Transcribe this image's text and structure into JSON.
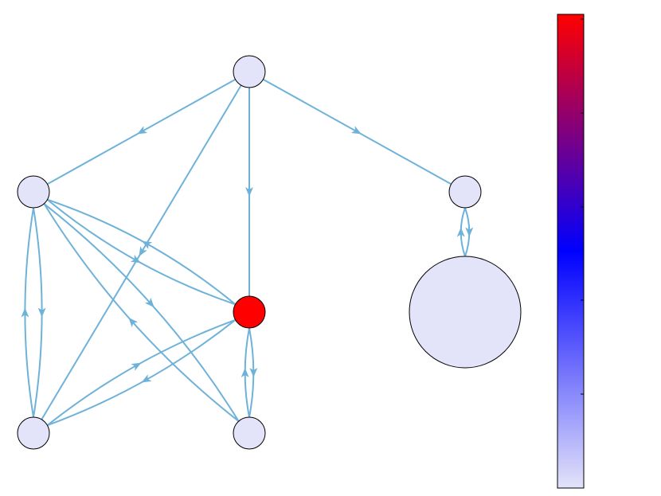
{
  "diagram": {
    "nodes": [
      {
        "id": "top",
        "color": "#e3e3fa"
      },
      {
        "id": "left-mid",
        "color": "#e3e3fa"
      },
      {
        "id": "right-mid",
        "color": "#e3e3fa"
      },
      {
        "id": "hub",
        "color": "#ff0000"
      },
      {
        "id": "big",
        "color": "#e3e3fa"
      },
      {
        "id": "bottom-left",
        "color": "#e3e3fa"
      },
      {
        "id": "bottom-right",
        "color": "#e3e3fa"
      }
    ],
    "edges": [
      {
        "from": "top",
        "to": "left-mid"
      },
      {
        "from": "top",
        "to": "right-mid"
      },
      {
        "from": "top",
        "to": "hub"
      },
      {
        "from": "top",
        "to": "bottom-left"
      },
      {
        "from": "left-mid",
        "to": "bottom-left"
      },
      {
        "from": "bottom-left",
        "to": "left-mid"
      },
      {
        "from": "left-mid",
        "to": "hub"
      },
      {
        "from": "hub",
        "to": "left-mid"
      },
      {
        "from": "left-mid",
        "to": "bottom-right"
      },
      {
        "from": "bottom-right",
        "to": "left-mid"
      },
      {
        "from": "hub",
        "to": "bottom-left"
      },
      {
        "from": "bottom-left",
        "to": "hub"
      },
      {
        "from": "hub",
        "to": "bottom-right"
      },
      {
        "from": "bottom-right",
        "to": "hub"
      },
      {
        "from": "right-mid",
        "to": "big"
      },
      {
        "from": "big",
        "to": "right-mid"
      }
    ],
    "edge_color": "#6fb2d9",
    "node_stroke": "#000000",
    "colorbar": {
      "gradient": [
        "#e3e3fa",
        "#0000ff",
        "#ff0000"
      ],
      "orientation": "vertical",
      "tick_count": 5
    }
  }
}
